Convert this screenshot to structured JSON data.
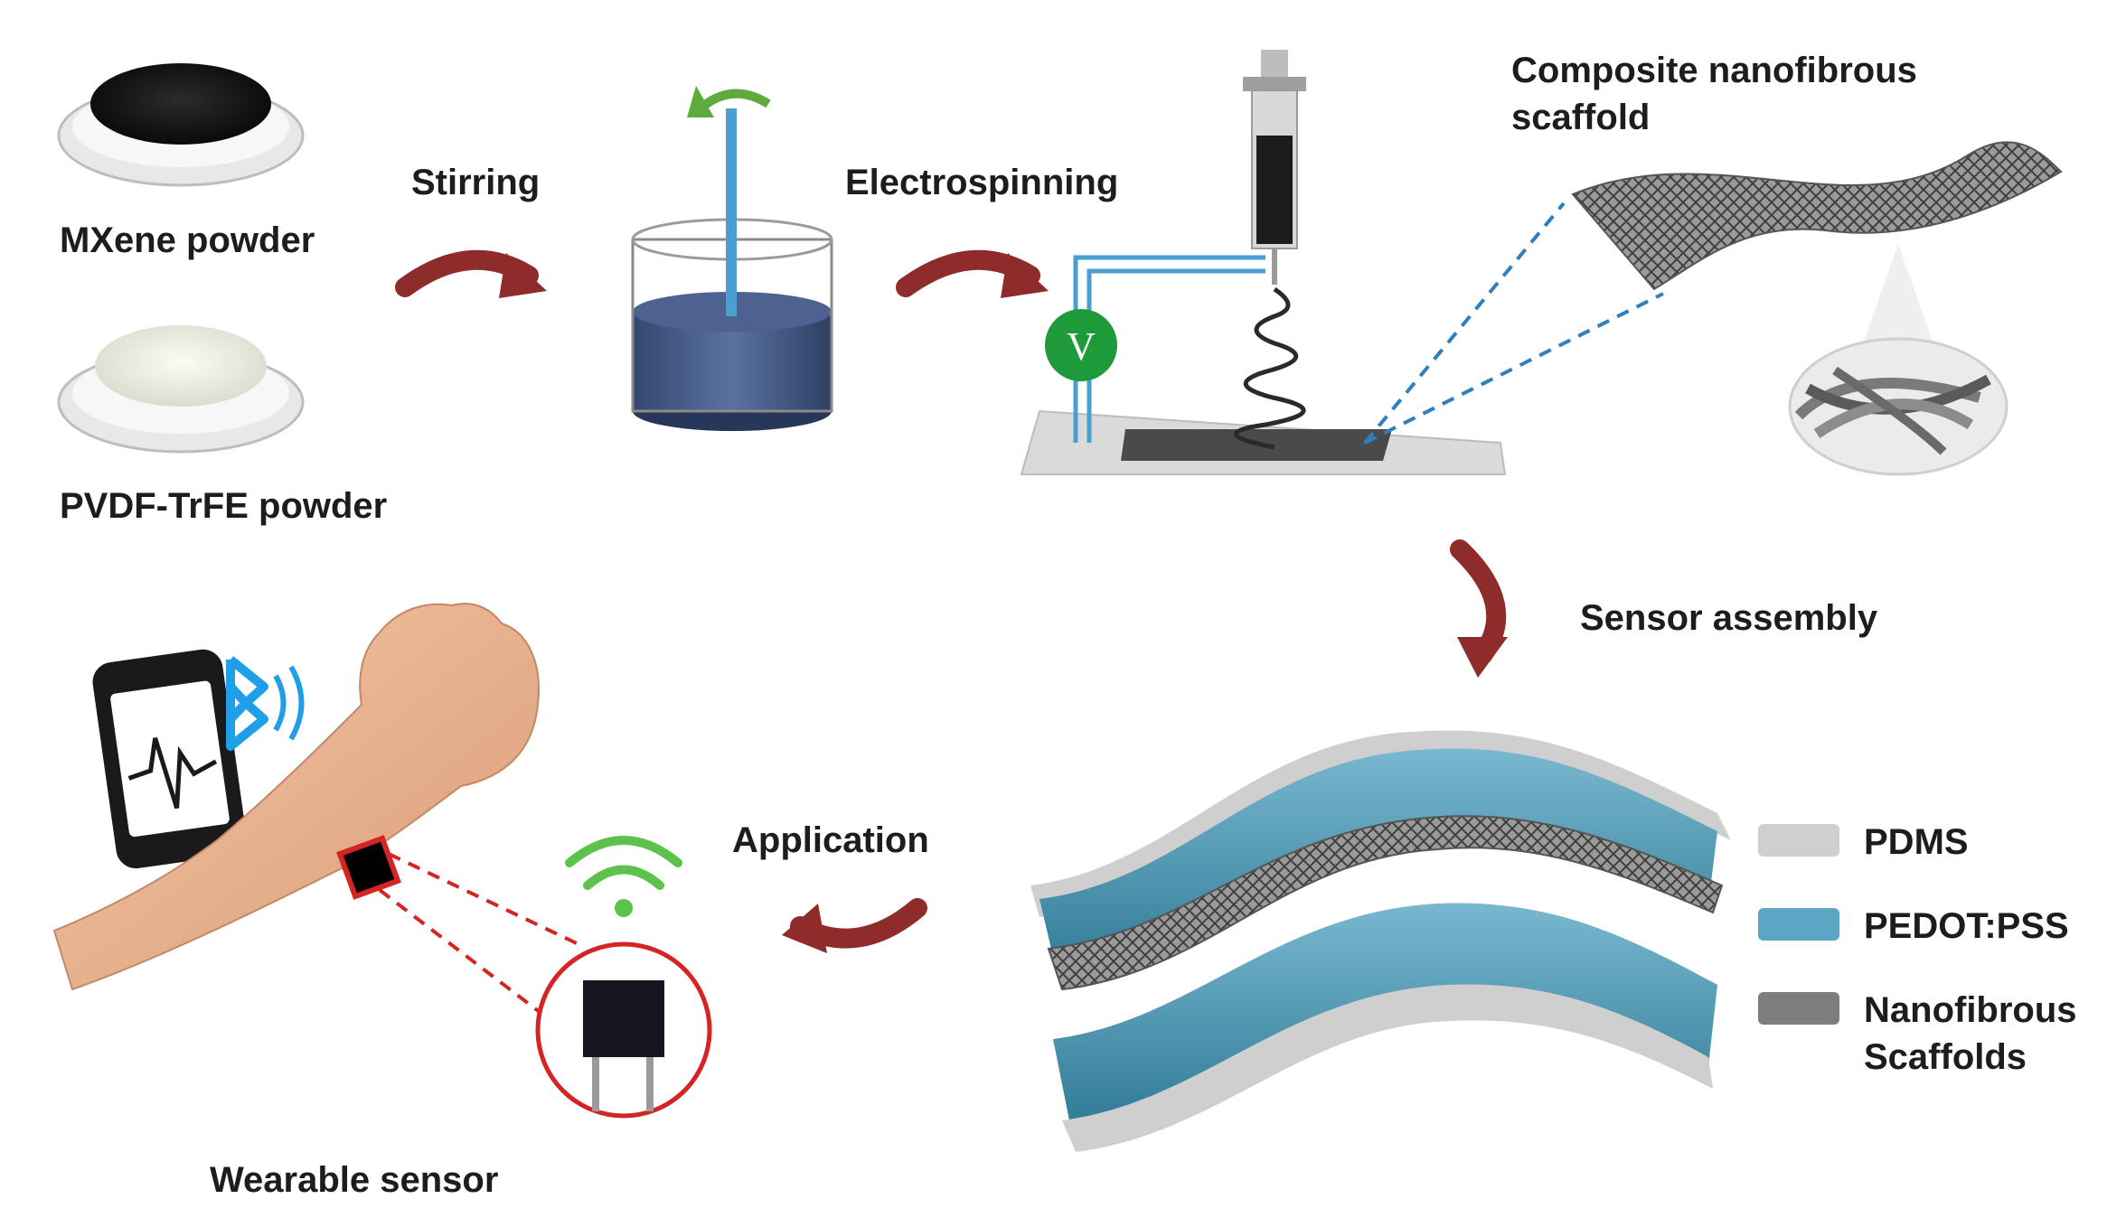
{
  "labels": {
    "mxene": "MXene powder",
    "pvdf": "PVDF-TrFE powder",
    "stirring": "Stirring",
    "electrospinning": "Electrospinning",
    "scaffold_line1": "Composite nanofibrous",
    "scaffold_line2": "scaffold",
    "sensor_assembly": "Sensor assembly",
    "application": "Application",
    "wearable_sensor": "Wearable sensor",
    "voltage_symbol": "V"
  },
  "legend": [
    {
      "label": "PDMS",
      "color": "#cfcfcf"
    },
    {
      "label": "PEDOT:PSS",
      "color": "#5aa6c4"
    },
    {
      "label_line1": "Nanofibrous",
      "label_line2": "Scaffolds",
      "color": "#7d7d7d"
    }
  ],
  "colors": {
    "arrow": "#8e2b2b",
    "wifi": "#5dc24b",
    "bluetooth": "#1e9fe8",
    "voltmeter": "#1f9a3a",
    "zoom_line": "#2f7fbf",
    "callout": "#d42424"
  },
  "icons": [
    "rotation-arrow-icon",
    "bluetooth-icon",
    "wifi-icon",
    "heartbeat-icon",
    "voltmeter-icon"
  ]
}
